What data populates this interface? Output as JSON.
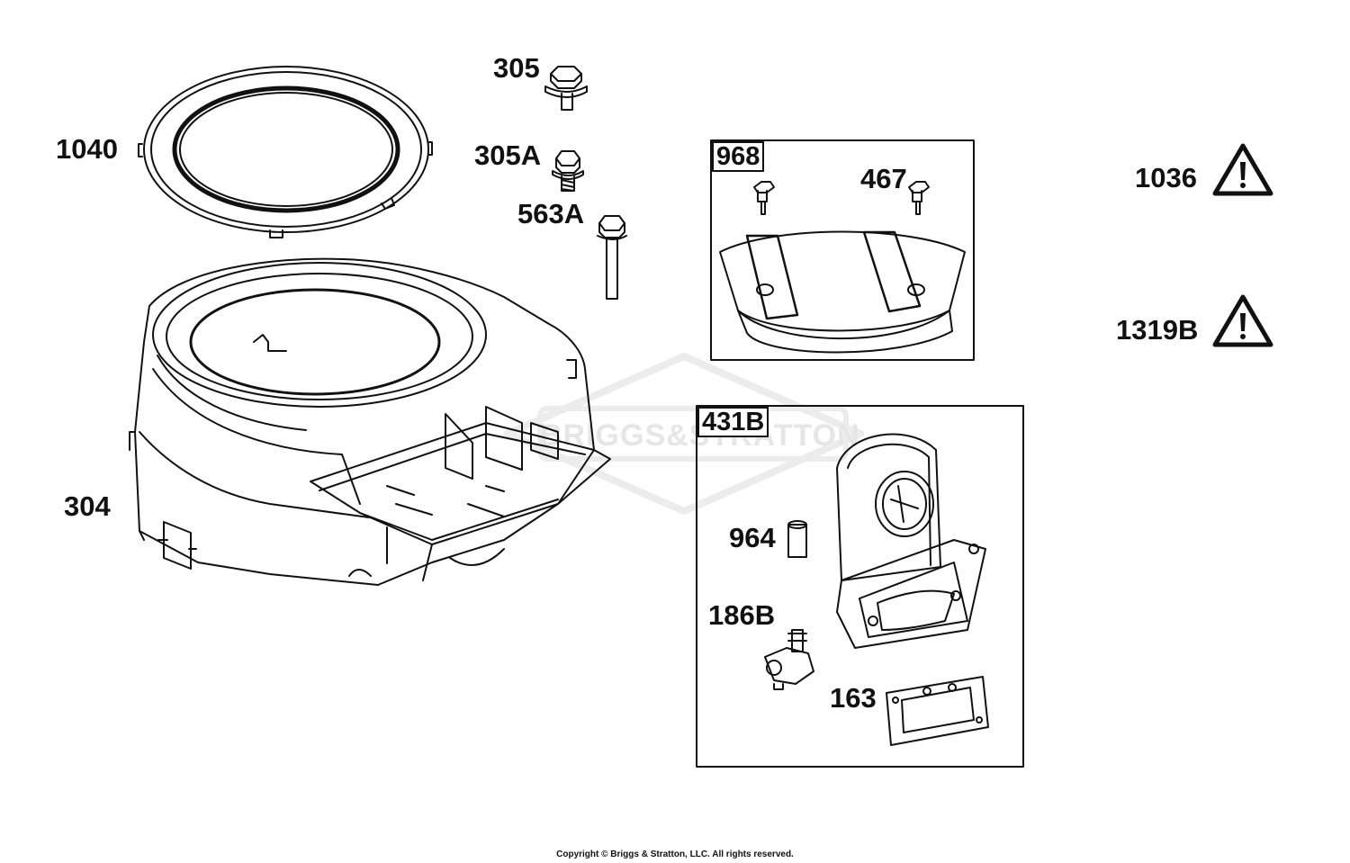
{
  "labels": {
    "p1040": "1040",
    "p305": "305",
    "p305a": "305A",
    "p563a": "563A",
    "p304": "304",
    "p467": "467",
    "p1036": "1036",
    "p1319b": "1319B",
    "p964": "964",
    "p186b": "186B",
    "p163": "163"
  },
  "boxes": {
    "box968": "968",
    "box431b": "431B"
  },
  "watermark": "BRIGGS&STRATTON",
  "copyright": "Copyright © Briggs & Stratton, LLC. All rights reserved.",
  "colors": {
    "ink": "#111111",
    "watermark": "#e6e6e6",
    "background": "#ffffff"
  },
  "icons": {
    "warning": "warning-triangle-icon"
  }
}
